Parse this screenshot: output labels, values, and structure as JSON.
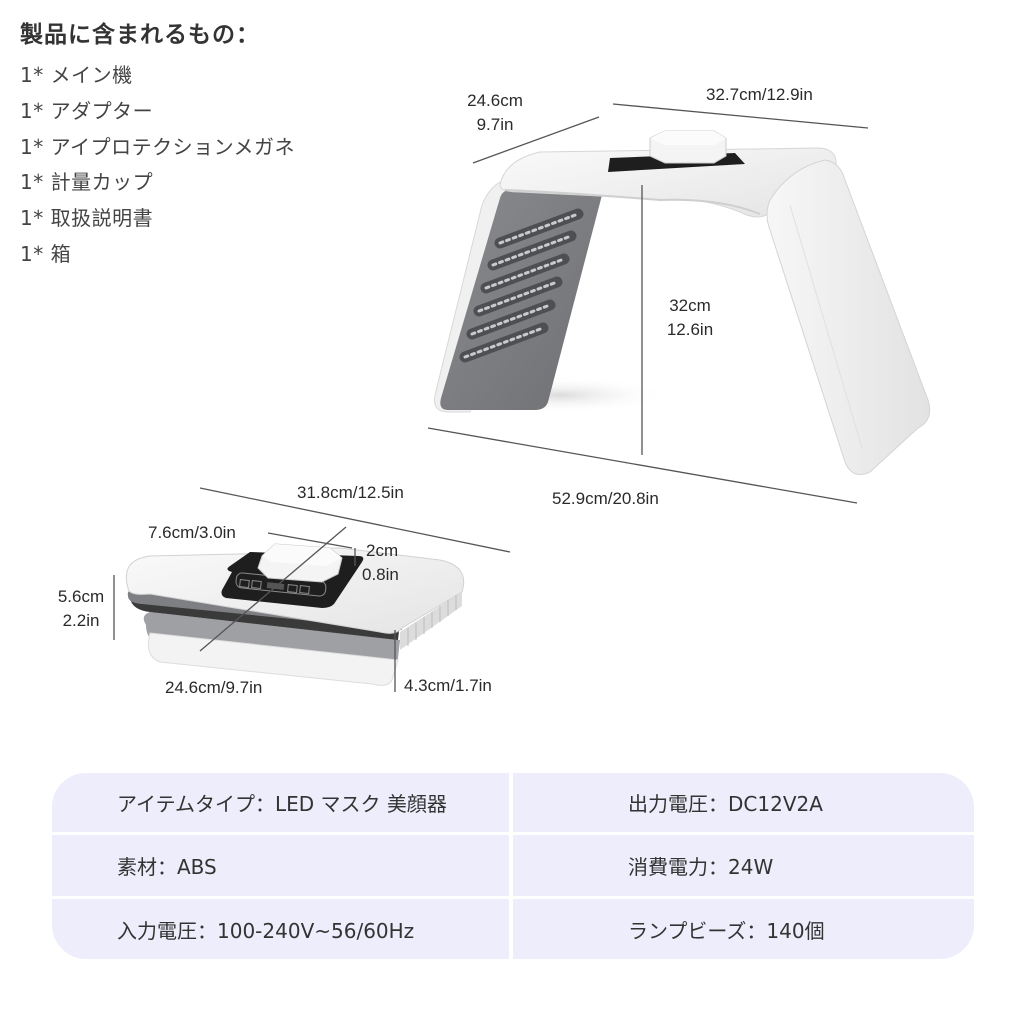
{
  "contents": {
    "title": "製品に含まれるもの：",
    "items": [
      "1* メイン機",
      "1* アダプター",
      "1* アイプロテクションメガネ",
      "1* 計量カップ",
      "1* 取扱説明書",
      "1* 箱"
    ]
  },
  "open_device": {
    "depth_cm": "24.6cm",
    "depth_in": "9.7in",
    "top_width": "32.7cm/12.9in",
    "height_cm": "32cm",
    "height_in": "12.6in",
    "span": "52.9cm/20.8in"
  },
  "folded_device": {
    "length": "31.8cm/12.5in",
    "knob_width": "7.6cm/3.0in",
    "knob_height_cm": "2cm",
    "knob_height_in": "0.8in",
    "total_height_cm": "5.6cm",
    "total_height_in": "2.2in",
    "width": "24.6cm/9.7in",
    "body_height": "4.3cm/1.7in"
  },
  "specs": {
    "rows": [
      {
        "left": "アイテムタイプ：LED マスク 美顔器",
        "right": "出力電圧：DC12V2A"
      },
      {
        "left": "素材：ABS",
        "right": "消費電力：24W"
      },
      {
        "left": "入力電圧：100-240V~56/60Hz",
        "right": "ランプビーズ：140個"
      }
    ]
  },
  "colors": {
    "spec_background": "#eeedfb",
    "device_body": "#f2f2f2",
    "led_panel": "#7c7d80",
    "control_panel": "#1e1e1e"
  }
}
